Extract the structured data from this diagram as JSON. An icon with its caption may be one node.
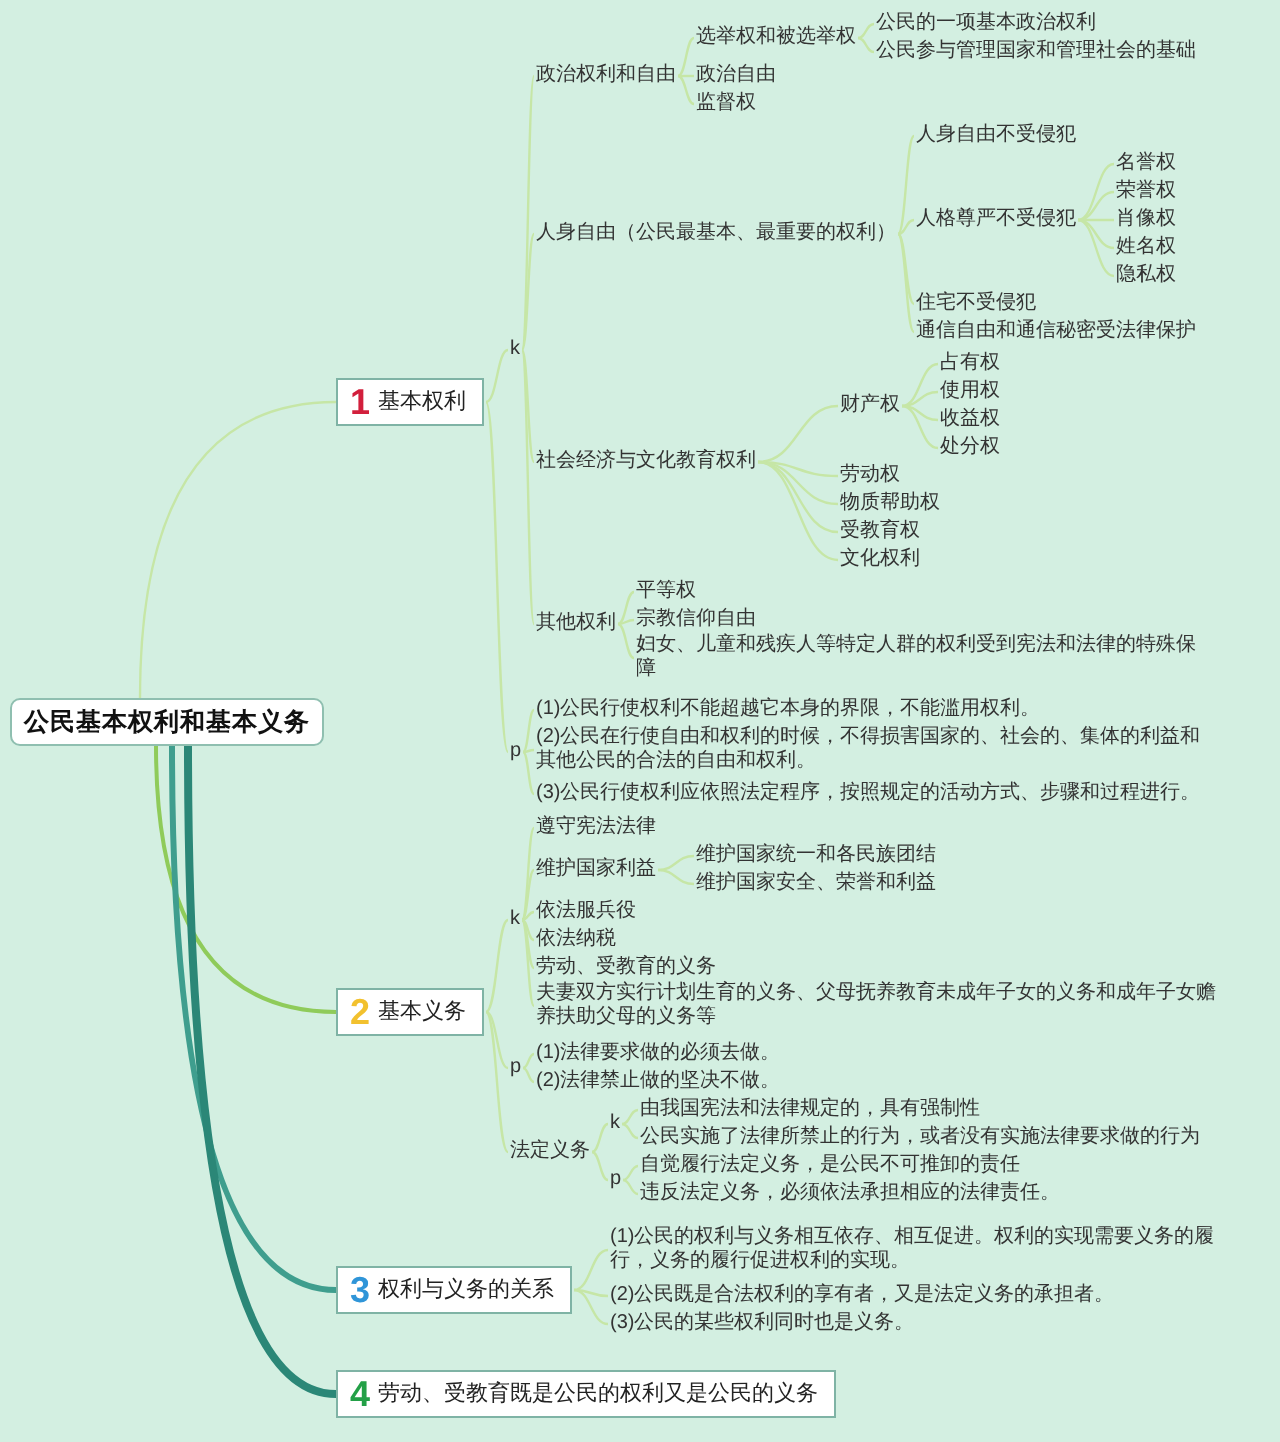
{
  "diagram": {
    "nodes": [
      {
        "text": [
          "公民基本权利和基本义务"
        ]
      },
      {
        "text": [
          "1",
          "基本权利"
        ]
      },
      {
        "text": [
          "k"
        ]
      },
      {
        "text": [
          "政治权利和自由"
        ]
      },
      {
        "text": [
          "选举权和被选举权"
        ]
      },
      {
        "text": [
          "公民的一项基本政治权利"
        ]
      },
      {
        "text": [
          "公民参与管理国家和管理社会的基础"
        ]
      },
      {
        "text": [
          "政治自由"
        ]
      },
      {
        "text": [
          "监督权"
        ]
      },
      {
        "text": [
          "人身自由（公民最基本、最重要的权利）"
        ]
      },
      {
        "text": [
          "人身自由不受侵犯"
        ]
      },
      {
        "text": [
          "人格尊严不受侵犯"
        ]
      },
      {
        "text": [
          "名誉权"
        ]
      },
      {
        "text": [
          "荣誉权"
        ]
      },
      {
        "text": [
          "肖像权"
        ]
      },
      {
        "text": [
          "姓名权"
        ]
      },
      {
        "text": [
          "隐私权"
        ]
      },
      {
        "text": [
          "住宅不受侵犯"
        ]
      },
      {
        "text": [
          "通信自由和通信秘密受法律保护"
        ]
      },
      {
        "text": [
          "社会经济与文化教育权利"
        ]
      },
      {
        "text": [
          "财产权"
        ]
      },
      {
        "text": [
          "占有权"
        ]
      },
      {
        "text": [
          "使用权"
        ]
      },
      {
        "text": [
          "收益权"
        ]
      },
      {
        "text": [
          "处分权"
        ]
      },
      {
        "text": [
          "劳动权"
        ]
      },
      {
        "text": [
          "物质帮助权"
        ]
      },
      {
        "text": [
          "受教育权"
        ]
      },
      {
        "text": [
          "文化权利"
        ]
      },
      {
        "text": [
          "其他权利"
        ]
      },
      {
        "text": [
          "平等权"
        ]
      },
      {
        "text": [
          "宗教信仰自由"
        ]
      },
      {
        "text": [
          "妇女、儿童和残疾人等特定人群的权利受到宪法和法律的特殊保障"
        ]
      },
      {
        "text": [
          "p"
        ]
      },
      {
        "text": [
          "(1)公民行使权利不能超越它本身的界限，不能滥用权利。"
        ]
      },
      {
        "text": [
          "(2)公民在行使自由和权利的时候，不得损害国家的、社会的、集体的利益和其他公民的合法的自由和权利。"
        ]
      },
      {
        "text": [
          "(3)公民行使权利应依照法定程序，按照规定的活动方式、步骤和过程进行。"
        ]
      },
      {
        "text": [
          "2",
          "基本义务"
        ]
      },
      {
        "text": [
          "k"
        ]
      },
      {
        "text": [
          "遵守宪法法律"
        ]
      },
      {
        "text": [
          "维护国家利益"
        ]
      },
      {
        "text": [
          "维护国家统一和各民族团结"
        ]
      },
      {
        "text": [
          "维护国家安全、荣誉和利益"
        ]
      },
      {
        "text": [
          "依法服兵役"
        ]
      },
      {
        "text": [
          "依法纳税"
        ]
      },
      {
        "text": [
          "劳动、受教育的义务"
        ]
      },
      {
        "text": [
          "夫妻双方实行计划生育的义务、父母抚养教育未成年子女的义务和成年子女赡养扶助父母的义务等"
        ]
      },
      {
        "text": [
          "p"
        ]
      },
      {
        "text": [
          "(1)法律要求做的必须去做。"
        ]
      },
      {
        "text": [
          "(2)法律禁止做的坚决不做。"
        ]
      },
      {
        "text": [
          "法定义务"
        ]
      },
      {
        "text": [
          "k"
        ]
      },
      {
        "text": [
          "由我国宪法和法律规定的，具有强制性"
        ]
      },
      {
        "text": [
          "公民实施了法律所禁止的行为，或者没有实施法律要求做的行为"
        ]
      },
      {
        "text": [
          "p"
        ]
      },
      {
        "text": [
          "自觉履行法定义务，是公民不可推卸的责任"
        ]
      },
      {
        "text": [
          "违反法定义务，必须依法承担相应的法律责任。"
        ]
      },
      {
        "text": [
          "3",
          "权利与义务的关系"
        ]
      },
      {
        "text": [
          "(1)公民的权利与义务相互依存、相互促进。权利的实现需要义务的履行，义务的履行促进权利的实现。"
        ]
      },
      {
        "text": [
          "(2)公民既是合法权利的享有者，又是法定义务的承担者。"
        ]
      },
      {
        "text": [
          "(3)公民的某些权利同时也是义务。"
        ]
      },
      {
        "text": [
          "4",
          "劳动、受教育既是公民的权利又是公民的义务"
        ]
      }
    ],
    "edges": [
      {
        "from": 0,
        "to": 1,
        "arrow": "none"
      },
      {
        "from": 0,
        "to": 37,
        "arrow": "none",
        "color": "#8fcb5a"
      },
      {
        "from": 0,
        "to": 57,
        "arrow": "none",
        "style": "thick",
        "color": "#3f9e8e"
      },
      {
        "from": 0,
        "to": 61,
        "arrow": "none",
        "style": "thick",
        "color": "#2b8777"
      },
      {
        "from": 1,
        "to": 2,
        "arrow": "none"
      },
      {
        "from": 1,
        "to": 33,
        "arrow": "none"
      },
      {
        "from": 2,
        "to": 3,
        "arrow": "none"
      },
      {
        "from": 2,
        "to": 9,
        "arrow": "none"
      },
      {
        "from": 2,
        "to": 19,
        "arrow": "none"
      },
      {
        "from": 2,
        "to": 29,
        "arrow": "none"
      },
      {
        "from": 3,
        "to": 4,
        "arrow": "none"
      },
      {
        "from": 3,
        "to": 7,
        "arrow": "none"
      },
      {
        "from": 3,
        "to": 8,
        "arrow": "none"
      },
      {
        "from": 4,
        "to": 5,
        "arrow": "none"
      },
      {
        "from": 4,
        "to": 6,
        "arrow": "none"
      },
      {
        "from": 9,
        "to": 10,
        "arrow": "none"
      },
      {
        "from": 9,
        "to": 11,
        "arrow": "none"
      },
      {
        "from": 9,
        "to": 17,
        "arrow": "none"
      },
      {
        "from": 9,
        "to": 18,
        "arrow": "none"
      },
      {
        "from": 11,
        "to": 12,
        "arrow": "none"
      },
      {
        "from": 11,
        "to": 13,
        "arrow": "none"
      },
      {
        "from": 11,
        "to": 14,
        "arrow": "none"
      },
      {
        "from": 11,
        "to": 15,
        "arrow": "none"
      },
      {
        "from": 11,
        "to": 16,
        "arrow": "none"
      },
      {
        "from": 19,
        "to": 20,
        "arrow": "none"
      },
      {
        "from": 19,
        "to": 25,
        "arrow": "none"
      },
      {
        "from": 19,
        "to": 26,
        "arrow": "none"
      },
      {
        "from": 19,
        "to": 27,
        "arrow": "none"
      },
      {
        "from": 19,
        "to": 28,
        "arrow": "none"
      },
      {
        "from": 20,
        "to": 21,
        "arrow": "none"
      },
      {
        "from": 20,
        "to": 22,
        "arrow": "none"
      },
      {
        "from": 20,
        "to": 23,
        "arrow": "none"
      },
      {
        "from": 20,
        "to": 24,
        "arrow": "none"
      },
      {
        "from": 29,
        "to": 30,
        "arrow": "none"
      },
      {
        "from": 29,
        "to": 31,
        "arrow": "none"
      },
      {
        "from": 29,
        "to": 32,
        "arrow": "none"
      },
      {
        "from": 33,
        "to": 34,
        "arrow": "none"
      },
      {
        "from": 33,
        "to": 35,
        "arrow": "none"
      },
      {
        "from": 33,
        "to": 36,
        "arrow": "none"
      },
      {
        "from": 37,
        "to": 38,
        "arrow": "none"
      },
      {
        "from": 37,
        "to": 47,
        "arrow": "none"
      },
      {
        "from": 37,
        "to": 50,
        "arrow": "none"
      },
      {
        "from": 38,
        "to": 39,
        "arrow": "none"
      },
      {
        "from": 38,
        "to": 40,
        "arrow": "none"
      },
      {
        "from": 38,
        "to": 43,
        "arrow": "none"
      },
      {
        "from": 38,
        "to": 44,
        "arrow": "none"
      },
      {
        "from": 38,
        "to": 45,
        "arrow": "none"
      },
      {
        "from": 38,
        "to": 46,
        "arrow": "none"
      },
      {
        "from": 40,
        "to": 41,
        "arrow": "none"
      },
      {
        "from": 40,
        "to": 42,
        "arrow": "none"
      },
      {
        "from": 47,
        "to": 48,
        "arrow": "none"
      },
      {
        "from": 47,
        "to": 49,
        "arrow": "none"
      },
      {
        "from": 50,
        "to": 51,
        "arrow": "none"
      },
      {
        "from": 50,
        "to": 54,
        "arrow": "none"
      },
      {
        "from": 51,
        "to": 52,
        "arrow": "none"
      },
      {
        "from": 51,
        "to": 53,
        "arrow": "none"
      },
      {
        "from": 54,
        "to": 55,
        "arrow": "none"
      },
      {
        "from": 54,
        "to": 56,
        "arrow": "none"
      },
      {
        "from": 57,
        "to": 58,
        "arrow": "none"
      },
      {
        "from": 57,
        "to": 59,
        "arrow": "none"
      },
      {
        "from": 57,
        "to": 60,
        "arrow": "none"
      }
    ]
  }
}
